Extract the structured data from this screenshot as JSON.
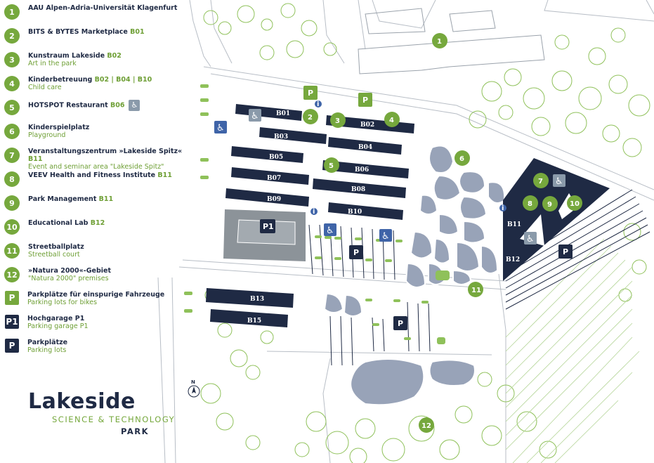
{
  "legend": [
    {
      "id": "1",
      "kind": "circle",
      "title": "AAU Alpen-Adria-Universität Klagenfurt",
      "code": "",
      "sub": ""
    },
    {
      "id": "2",
      "kind": "circle",
      "title": "BITS & BYTES Marketplace",
      "code": "B01",
      "sub": ""
    },
    {
      "id": "3",
      "kind": "circle",
      "title": "Kunstraum Lakeside",
      "code": "B02",
      "sub": "Art in the park"
    },
    {
      "id": "4",
      "kind": "circle",
      "title": "Kinderbetreuung",
      "code": "B02 | B04 | B10",
      "sub": "Child care"
    },
    {
      "id": "5",
      "kind": "circle",
      "title": "HOTSPOT Restaurant",
      "code": "B06",
      "sub": "",
      "accessible": true
    },
    {
      "id": "6",
      "kind": "circle",
      "title": "Kinderspielplatz",
      "code": "",
      "sub": "Playground"
    },
    {
      "id": "7",
      "kind": "circle",
      "title": "Veranstaltungszentrum »Lakeside Spitz«",
      "code": "B11",
      "sub": "Event and seminar area \"Lakeside Spitz\""
    },
    {
      "id": "8",
      "kind": "circle",
      "title": "VEEV Health and Fitness Institute",
      "code": "B11",
      "sub": ""
    },
    {
      "id": "9",
      "kind": "circle",
      "title": "Park Management",
      "code": "B11",
      "sub": ""
    },
    {
      "id": "10",
      "kind": "circle",
      "title": "Educational Lab",
      "code": "B12",
      "sub": ""
    },
    {
      "id": "11",
      "kind": "circle",
      "title": "Streetballplatz",
      "code": "",
      "sub": "Streetball court"
    },
    {
      "id": "12",
      "kind": "circle",
      "title": "»Natura 2000«-Gebiet",
      "code": "",
      "sub": "\"Natura 2000\" premises"
    },
    {
      "id": "P",
      "kind": "green",
      "title": "Parkplätze für einspurige Fahrzeuge",
      "code": "",
      "sub": "Parking lots for bikes"
    },
    {
      "id": "P1",
      "kind": "navy",
      "title": "Hochgarage P1",
      "code": "",
      "sub": "Parking garage P1"
    },
    {
      "id": "P",
      "kind": "navy",
      "title": "Parkplätze",
      "code": "",
      "sub": "Parking lots"
    }
  ],
  "brand": {
    "title": "Lakeside",
    "subtitle": "SCIENCE & TECHNOLOGY",
    "park": "PARK"
  },
  "buildings": [
    "B01",
    "B02",
    "B03",
    "B04",
    "B05",
    "B06",
    "B07",
    "B08",
    "B09",
    "B10",
    "B11",
    "B12",
    "B13",
    "B15"
  ],
  "garage_label": "P1",
  "map_markers": [
    "1",
    "2",
    "3",
    "4",
    "5",
    "6",
    "7",
    "8",
    "9",
    "10",
    "11",
    "12"
  ],
  "parking_label": "P",
  "info_label": "i",
  "compass_label": "N",
  "icons": {
    "accessible": "wheelchair-icon",
    "info": "info-icon",
    "compass": "compass-icon"
  },
  "colors": {
    "green": "#76a83d",
    "navy": "#1f2a44",
    "water": "#98a3b8",
    "road": "#c7ccd3"
  }
}
